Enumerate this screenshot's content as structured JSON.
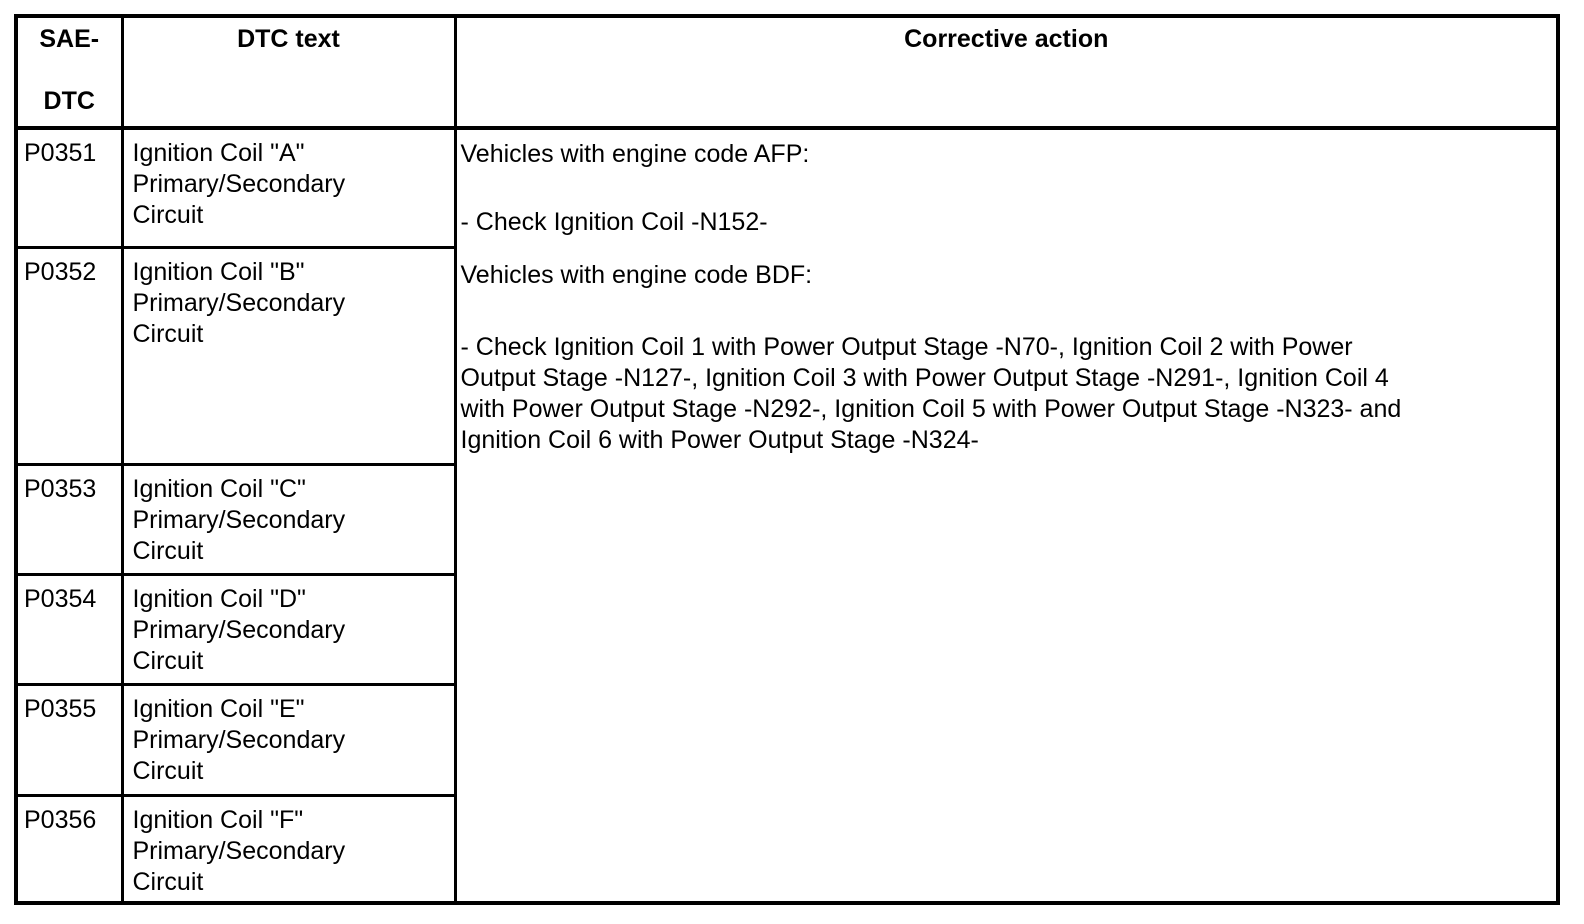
{
  "table": {
    "headers": {
      "sae_dtc": "SAE-\n\nDTC",
      "dtc_text": "DTC text",
      "corrective_action": "Corrective action"
    },
    "rows": [
      {
        "code": "P0351",
        "text": "Ignition Coil \"A\"\nPrimary/Secondary\nCircuit"
      },
      {
        "code": "P0352",
        "text": "Ignition Coil \"B\"\nPrimary/Secondary\nCircuit"
      },
      {
        "code": "P0353",
        "text": "Ignition Coil \"C\"\nPrimary/Secondary\nCircuit"
      },
      {
        "code": "P0354",
        "text": "Ignition Coil \"D\"\nPrimary/Secondary\nCircuit"
      },
      {
        "code": "P0355",
        "text": "Ignition Coil \"E\"\nPrimary/Secondary\nCircuit"
      },
      {
        "code": "P0356",
        "text": "Ignition Coil \"F\"\nPrimary/Secondary\nCircuit"
      }
    ],
    "corrective": {
      "afp_heading": "Vehicles with engine code AFP:",
      "afp_action": "- Check Ignition Coil -N152-",
      "bdf_heading": "Vehicles with engine code BDF:",
      "bdf_action": "- Check Ignition Coil 1 with Power Output Stage -N70-, Ignition Coil 2 with Power\nOutput Stage -N127-, Ignition Coil 3 with Power Output Stage -N291-, Ignition Coil 4\nwith Power Output Stage -N292-, Ignition Coil 5 with Power Output Stage -N323- and\nIgnition Coil 6 with Power Output Stage -N324-"
    },
    "colors": {
      "border": "#000000",
      "text": "#000000",
      "background": "#ffffff"
    }
  }
}
